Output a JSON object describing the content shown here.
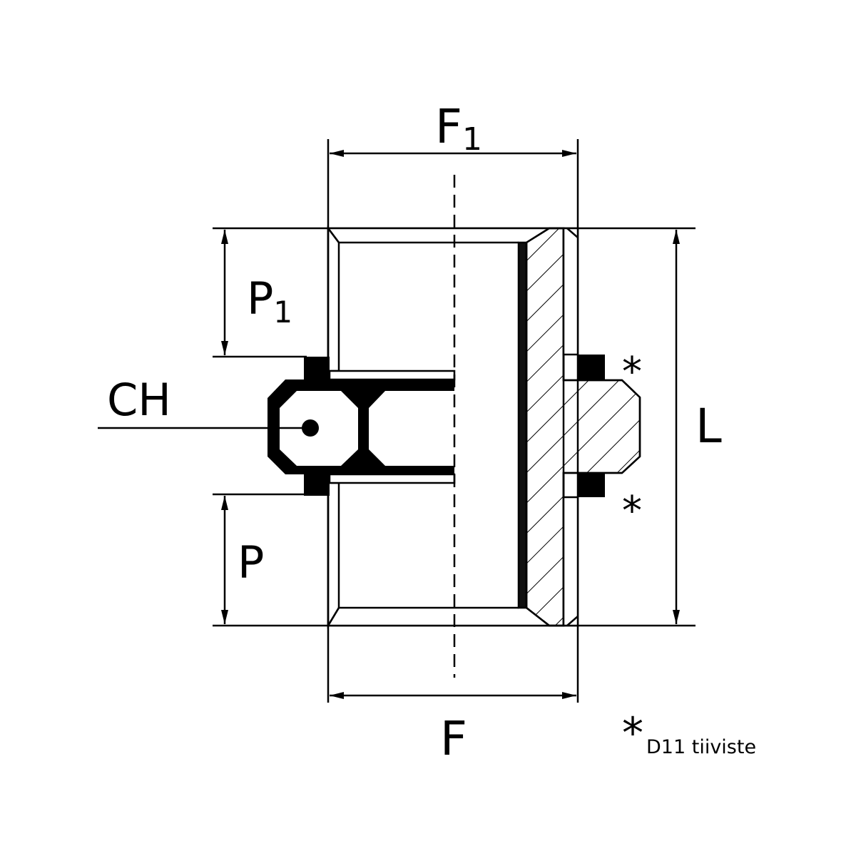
{
  "labels": {
    "f1": "F",
    "f1_sub": "1",
    "f": "F",
    "p1": "P",
    "p1_sub": "1",
    "p": "P",
    "ch": "CH",
    "l": "L",
    "seal_mark_top": "*",
    "seal_mark_bottom": "*",
    "footnote_mark": "*",
    "footnote_text": "D11 tiiviste"
  },
  "colors": {
    "line": "#000000",
    "background": "#ffffff"
  }
}
